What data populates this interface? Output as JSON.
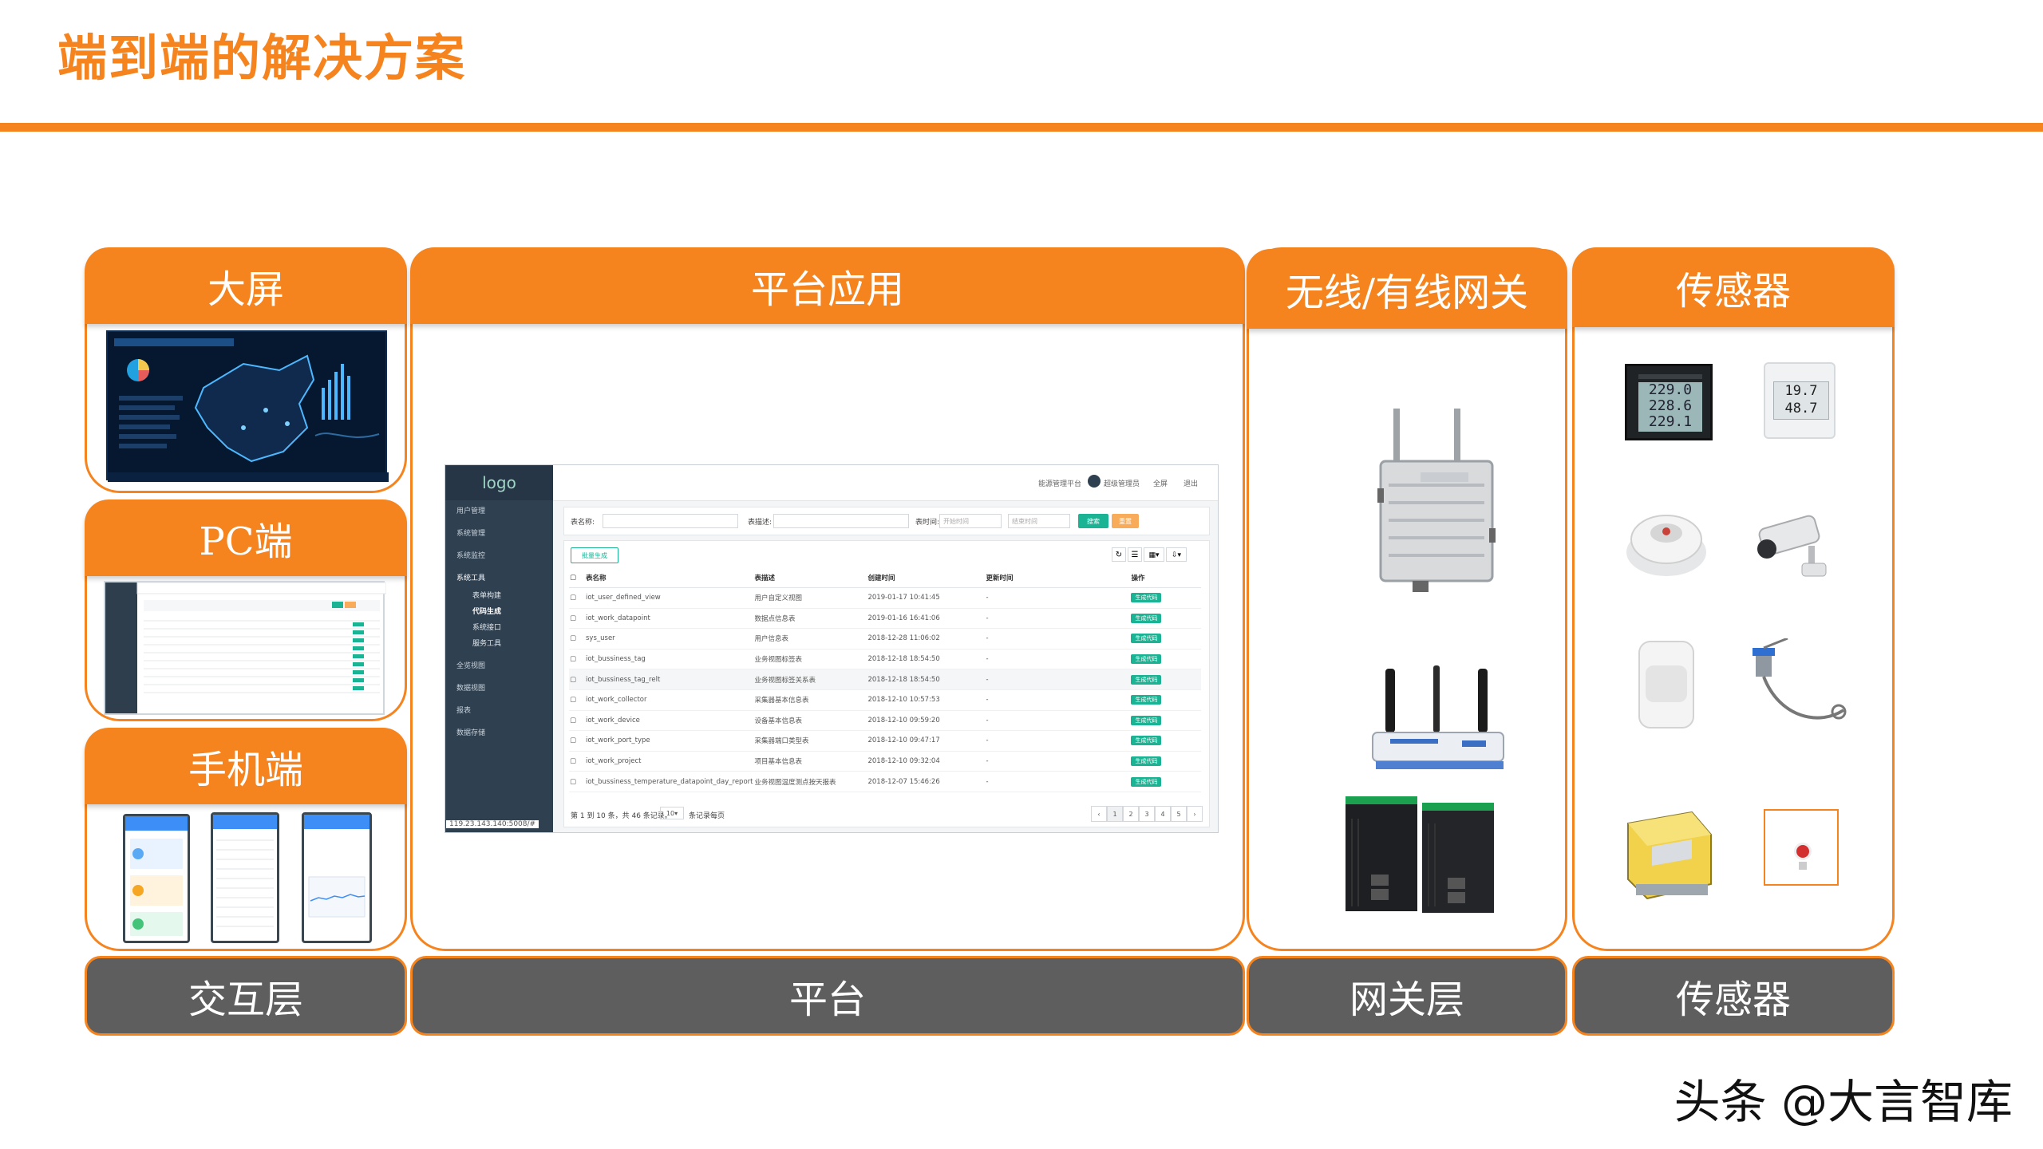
{
  "slide": {
    "title": "端到端的解决方案"
  },
  "columns": {
    "big_screen": "大屏",
    "pc": "PC端",
    "mobile": "手机端",
    "platform_app": "平台应用",
    "gateway": "无线/有线网关",
    "sensor": "传感器"
  },
  "layers": {
    "interaction": "交互层",
    "platform": "平台",
    "gateway": "网关层",
    "sensor": "传感器"
  },
  "app": {
    "logo": "logo",
    "topbar": {
      "platform": "能源管理平台",
      "user": "超级管理员",
      "fullscreen": "全屏",
      "logout": "退出"
    },
    "menu": [
      "用户管理",
      "系统管理",
      "系统监控",
      "系统工具"
    ],
    "submenu": [
      "表单构建",
      "代码生成",
      "系统接口",
      "服务工具"
    ],
    "menu2": [
      "全览视图",
      "数据视图",
      "报表",
      "数据存储"
    ],
    "filters": {
      "table_name": "表名称:",
      "table_desc": "表描述:",
      "table_time": "表时间:",
      "start_placeholder": "开始时间",
      "end_placeholder": "结束时间",
      "search": "搜索",
      "reset": "重置"
    },
    "batch_button": "批量生成",
    "table": {
      "headers": [
        "表名称",
        "表描述",
        "创建时间",
        "更新时间",
        "操作"
      ],
      "rows": [
        [
          "iot_user_defined_view",
          "用户自定义视图",
          "2019-01-17 10:41:45",
          "-"
        ],
        [
          "iot_work_datapoint",
          "数据点信息表",
          "2019-01-16 16:41:06",
          "-"
        ],
        [
          "sys_user",
          "用户信息表",
          "2018-12-28 11:06:02",
          "-"
        ],
        [
          "iot_bussiness_tag",
          "业务视图标签表",
          "2018-12-18 18:54:50",
          "-"
        ],
        [
          "iot_bussiness_tag_relt",
          "业务视图标签关系表",
          "2018-12-18 18:54:50",
          "-"
        ],
        [
          "iot_work_collector",
          "采集器基本信息表",
          "2018-12-10 10:57:53",
          "-"
        ],
        [
          "iot_work_device",
          "设备基本信息表",
          "2018-12-10 09:59:20",
          "-"
        ],
        [
          "iot_work_port_type",
          "采集器端口类型表",
          "2018-12-10 09:47:17",
          "-"
        ],
        [
          "iot_work_project",
          "项目基本信息表",
          "2018-12-10 09:32:04",
          "-"
        ],
        [
          "iot_bussiness_temperature_datapoint_day_report",
          "业务视图温度测点按天报表",
          "2018-12-07 15:46:26",
          "-"
        ]
      ],
      "action_label": "生成代码"
    },
    "pagination": {
      "summary": "第 1 到 10 条，共 46 条记录。",
      "page_size": "10",
      "per_page": "条记录每页",
      "pages": [
        "‹",
        "1",
        "2",
        "3",
        "4",
        "5",
        "›"
      ]
    },
    "status_url": "119.23.143.140:5008/#"
  },
  "sensor_readings": {
    "meter": [
      "229.0",
      "228.6",
      "229.1"
    ],
    "thermo": [
      "19.7",
      "48.7"
    ]
  },
  "watermark": "头条 @大言智库",
  "colors": {
    "accent": "#f5841f",
    "footer_bg": "#5e5e5e",
    "app_sidebar": "#2f4050",
    "app_green": "#1ab394"
  }
}
